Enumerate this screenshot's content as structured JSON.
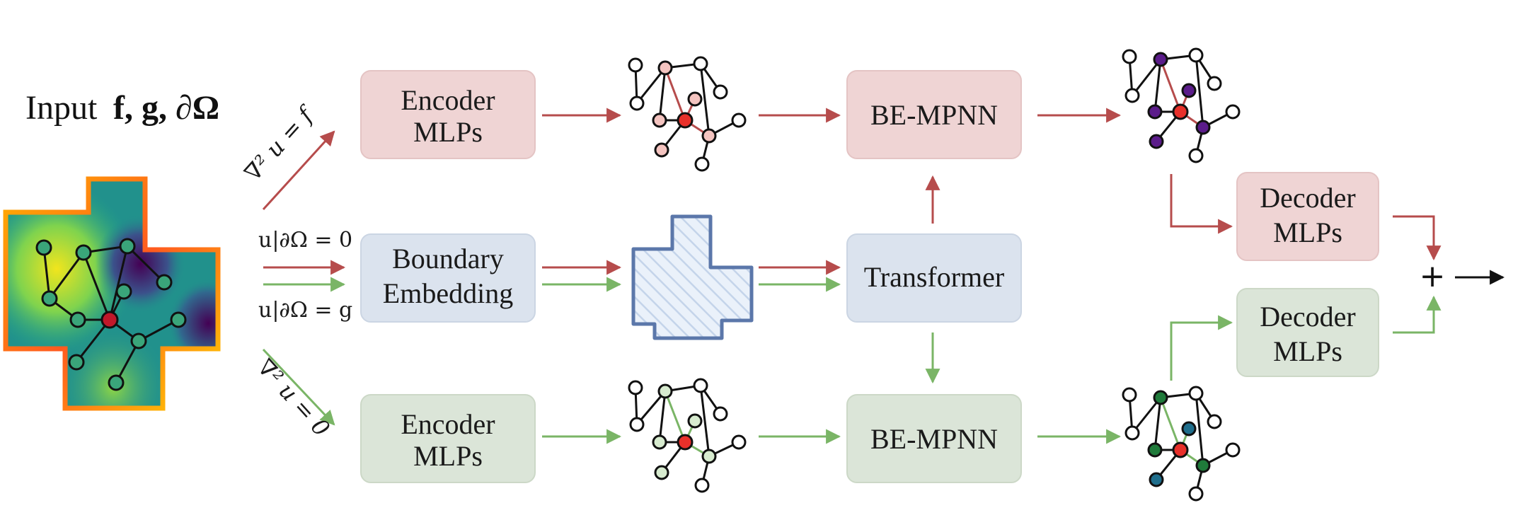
{
  "input_label": {
    "word": "Input",
    "vars": "f, g, ∂Ω"
  },
  "edge_labels": {
    "forcing_red": "∇² u = f",
    "boundary_zero": "u|∂Ω = 0",
    "boundary_g": "u|∂Ω = g",
    "laplace_green": "∇² u = 0"
  },
  "boxes": {
    "encoder_top": [
      "Encoder",
      "MLPs"
    ],
    "boundary_embedding": [
      "Boundary",
      "Embedding"
    ],
    "encoder_bottom": [
      "Encoder",
      "MLPs"
    ],
    "mpnn_top": "BE-MPNN",
    "transformer": "Transformer",
    "mpnn_bottom": "BE-MPNN",
    "decoder_top": [
      "Decoder",
      "MLPs"
    ],
    "decoder_bottom": [
      "Decoder",
      "MLPs"
    ]
  },
  "sum_symbol": "+",
  "colors": {
    "red_path": "#b64c4c",
    "green_path": "#7ab566",
    "red_box": "#efd4d4",
    "blue_box": "#dbe3ee",
    "green_box": "#dbe5d8",
    "node_red": "#e8302a",
    "node_pink": "#f4c4c0",
    "node_light_green": "#d7ebcf",
    "node_purple": "#5b1c8a",
    "node_teal": "#1f6e8c",
    "node_dark_green": "#1f7a3a",
    "domain_outline": "#5b77aa"
  }
}
